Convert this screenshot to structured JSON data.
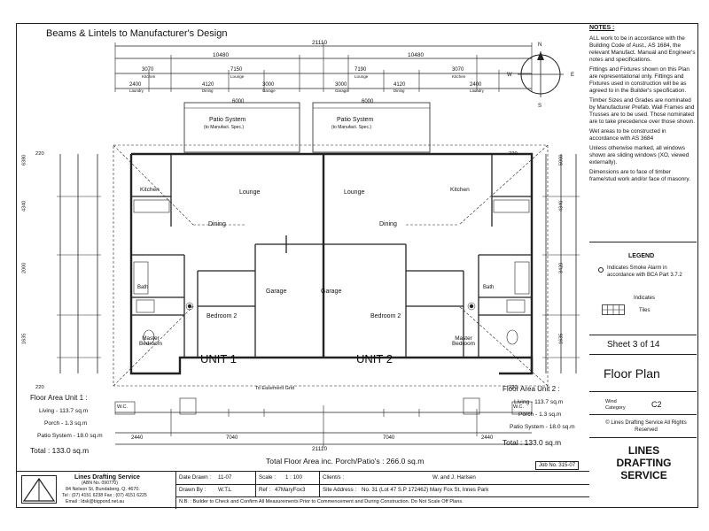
{
  "drawing": {
    "heading": "Beams & Lintels to Manufacturer's Design",
    "overall_dim": "21110",
    "half_dims": [
      "10480",
      "10480"
    ],
    "top_room_dims": [
      "3070",
      "7150",
      "7190",
      "3070"
    ],
    "top_room_labels": [
      "Kitchen",
      "Lounge",
      "Lounge",
      "Kitchen"
    ],
    "top_sub_dims": [
      "2400",
      "4120",
      "3000",
      "3000",
      "4120",
      "2400"
    ],
    "top_sub_labels": [
      "Laundry",
      "Dining",
      "Garage",
      "Garage",
      "Dining",
      "Laundry"
    ],
    "patio_dim": "6000",
    "patio_left": "Patio System",
    "patio_right": "Patio System",
    "patio_note": "(to Manufact. Spec.)",
    "unit_labels": [
      "UNIT 1",
      "UNIT 2"
    ],
    "rooms": {
      "kitchen_l": "Kitchen",
      "kitchen_r": "Kitchen",
      "lounge_l": "Lounge",
      "lounge_r": "Lounge",
      "dining_l": "Dining",
      "dining_r": "Dining",
      "garage_l": "Garage",
      "garage_r": "Garage",
      "bed2_l": "Bedroom 2",
      "bed2_r": "Bedroom 2",
      "master_l": "Master Bedroom",
      "master_r": "Master Bedroom",
      "bath_l": "Bath",
      "bath_r": "Bath",
      "wc_l": "W.C.",
      "wc_r": "W.C."
    },
    "to_easement": "To Easement Grid",
    "bottom_dims": [
      "2440",
      "7040",
      "7040",
      "2440"
    ],
    "bottom_overall": "21110",
    "left_vert_dims": [
      "6380",
      "4340",
      "2000",
      "1635"
    ],
    "right_vert_dims": [
      "5000",
      "4340",
      "3420",
      "1635"
    ],
    "dim_220": "220"
  },
  "floor_area_left": {
    "title": "Floor Area Unit 1 :",
    "living": "Living - 113.7 sq.m",
    "porch": "Porch - 1.3 sq.m",
    "patio": "Patio System - 18.0 sq.m",
    "total": "Total : 133.0 sq.m"
  },
  "floor_area_right": {
    "title": "Floor Area Unit 2 :",
    "living": "Living - 113.7 sq.m",
    "porch": "Porch - 1.3 sq.m",
    "patio": "Patio System - 18.0 sq.m",
    "total": "Total : 133.0 sq.m"
  },
  "total_floor_area": "Total Floor Area inc. Porch/Patio's : 266.0 sq.m",
  "job_no": "Job No. 315-07",
  "notes": {
    "title": "NOTES :",
    "items": [
      "ALL work to be in accordance with the Building Code of Aust., AS 1684, the relevant Manufact. Manual and Engineer's notes and specifications.",
      "Fittings and Fixtures shown on this Plan are representational only. Fittings and Fixtures used in construction will be as agreed to in the Builder's specification.",
      "Timber Sizes and Grades are nominated by Manufacturer Prefab. Wall Frames and Trusses are to be used. Those nominated are to take precedence over those shown.",
      "Wet areas to be constructed in accordance with AS 3684",
      "Unless otherwise marked, all windows shown are sliding windows (XO, viewed externally).",
      "Dimensions are to face of timber frame/stud work and/or face of masonry."
    ]
  },
  "legend": {
    "title": "LEGEND",
    "smoke": "Indicates Smoke Alarm in accordance with BCA Part 3.7.2",
    "indicates": "Indicates",
    "tiles": "Tiles"
  },
  "sheet": "Sheet 3 of 14",
  "plan_title": "Floor Plan",
  "wind_label": "Wind Category",
  "wind_value": "C2",
  "copyright": "© Lines Drafting Service All Rights Reserved",
  "brand": "LINES DRAFTING SERVICE",
  "title_block": {
    "company": "Lines Drafting Service",
    "abn": "(ABN No. 090770)",
    "address": "84 Nelson St, Bundaberg, Q. 4670.",
    "phone": "Tel : (07) 4151 6238  Fax : (07) 4151 6225",
    "email": "Email : ldsk@bigpond.net.au",
    "date_label": "Date Drawn :",
    "date_value": "11-07",
    "scale_label": "Scale :",
    "scale_value": "1 : 100",
    "client_label": "Client/s :",
    "client_value": "W. and J. Harlsen",
    "drawn_label": "Drawn By :",
    "drawn_value": "W.T.L",
    "ref_label": "Ref :",
    "ref_value": "47MaryFox3",
    "site_label": "Site Address :",
    "site_value": "No. 31 (Lot 47 S.P 172462) Mary Fox St, Innes Park",
    "nb": "N.B. : Builder to Check and Confirm All Measurements Prior to Commencement and During Construction. Do Not Scale Off Plans."
  },
  "compass": {
    "n": "N",
    "s": "S",
    "e": "E",
    "w": "W"
  }
}
